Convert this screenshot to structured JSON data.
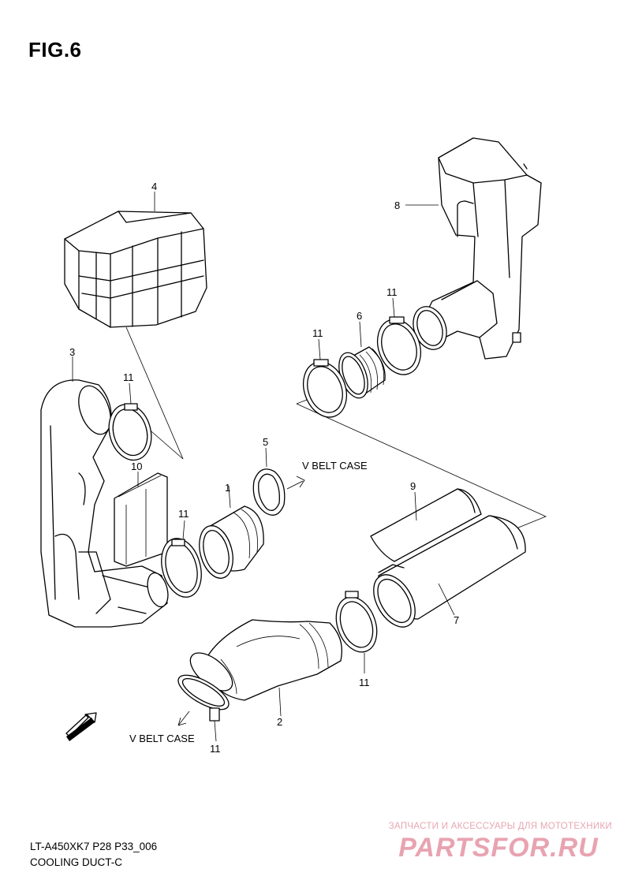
{
  "figure": {
    "title": "FIG.6",
    "code": "LT-A450XK7 P28 P33_006",
    "name": "COOLING DUCT-C"
  },
  "callouts": {
    "p1": "1",
    "p2": "2",
    "p3": "3",
    "p4": "4",
    "p5": "5",
    "p6": "6",
    "p7": "7",
    "p8": "8",
    "p9": "9",
    "p10": "10",
    "p11_left": "11",
    "p11_mid": "11",
    "p11_upper": "11",
    "p11_top": "11",
    "p11_right": "11",
    "p11_bottom": "11"
  },
  "labels": {
    "v_belt_case_right": "V BELT CASE",
    "v_belt_case_left": "V BELT CASE",
    "fwd": "FWD"
  },
  "watermark": {
    "caption": "ЗАПЧАСТИ И АКСЕССУАРЫ ДЛЯ МОТОТЕХНИКИ",
    "logo_text": "PARTSFOR.RU",
    "color": "#d9334f"
  }
}
